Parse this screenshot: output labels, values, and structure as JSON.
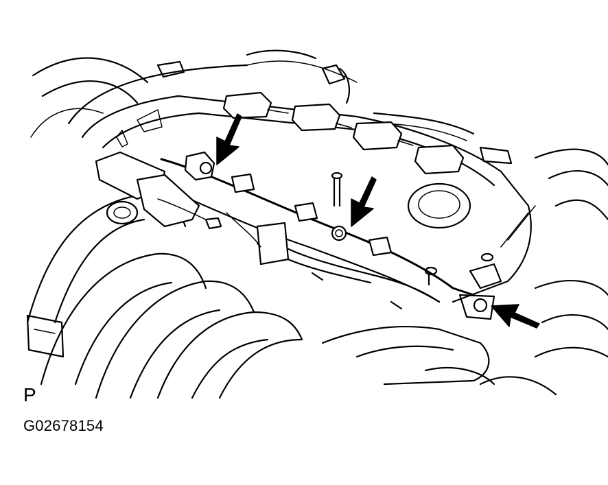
{
  "figure": {
    "view_letter": "P",
    "figure_code": "G02678154"
  },
  "colors": {
    "line": "#000000",
    "background": "#ffffff"
  },
  "callouts": [
    "bolt-arrow-left",
    "bolt-arrow-middle",
    "clamp-arrow-right"
  ]
}
